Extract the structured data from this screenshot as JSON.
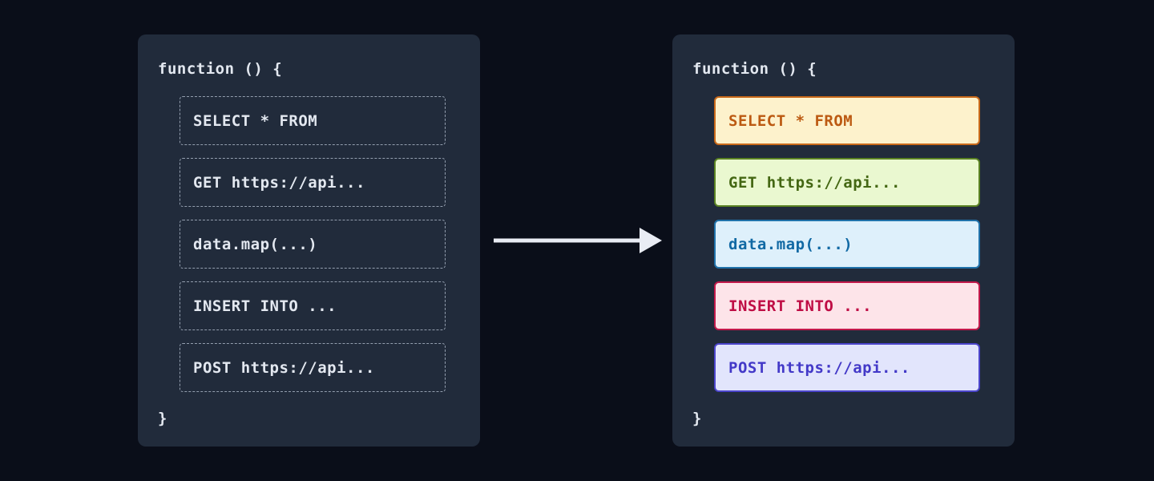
{
  "canvas": {
    "bg": "#0a0e19"
  },
  "arrow": {
    "color": "#e9ecf4"
  },
  "left_panel": {
    "bg": "#212b3b",
    "text_color": "#e3e8f0",
    "dashed_border": "#939eae",
    "header": "function () {",
    "footer": "}",
    "items": [
      {
        "label": "SELECT * FROM"
      },
      {
        "label": "GET https://api..."
      },
      {
        "label": "data.map(...)"
      },
      {
        "label": "INSERT INTO ..."
      },
      {
        "label": "POST https://api..."
      }
    ]
  },
  "right_panel": {
    "bg": "#212b3b",
    "text_color": "#e3e8f0",
    "header": "function () {",
    "footer": "}",
    "items": [
      {
        "label": "SELECT * FROM",
        "bg": "#fdf2cc",
        "border": "#c96919",
        "color": "#bc5a12"
      },
      {
        "label": "GET https://api...",
        "bg": "#eaf8d0",
        "border": "#5a8222",
        "color": "#446713"
      },
      {
        "label": "data.map(...)",
        "bg": "#def0fb",
        "border": "#2072aa",
        "color": "#1169a4"
      },
      {
        "label": "INSERT INTO ...",
        "bg": "#fde4e9",
        "border": "#c2194b",
        "color": "#bf0d45"
      },
      {
        "label": "POST https://api...",
        "bg": "#e2e5fc",
        "border": "#4b45cb",
        "color": "#4339c8"
      }
    ]
  }
}
